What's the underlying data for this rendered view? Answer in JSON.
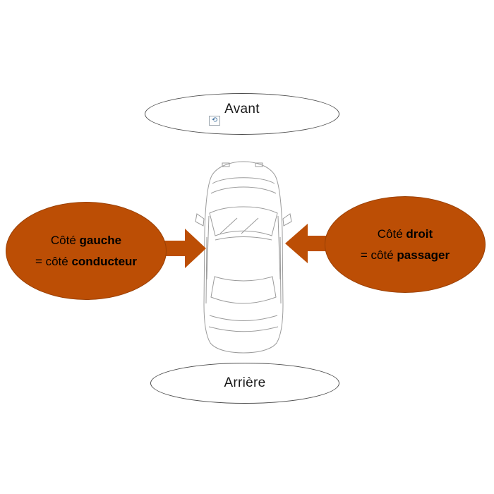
{
  "labels": {
    "front": "Avant",
    "rear": "Arrière"
  },
  "left_callout": {
    "line1_prefix": "Côté ",
    "line1_bold": "gauche",
    "line2_prefix": "= côté ",
    "line2_bold": "conducteur"
  },
  "right_callout": {
    "line1_prefix": "Côté ",
    "line1_bold": "droit",
    "line2_prefix": "= côté ",
    "line2_bold": "passager"
  },
  "icons": {
    "image_placeholder": "⟲"
  },
  "colors": {
    "callout_fill": "#bc4e05",
    "callout_border": "#9a4004",
    "arrow_color": "#bc4e05",
    "sketch_stroke": "#9b9b9b"
  }
}
